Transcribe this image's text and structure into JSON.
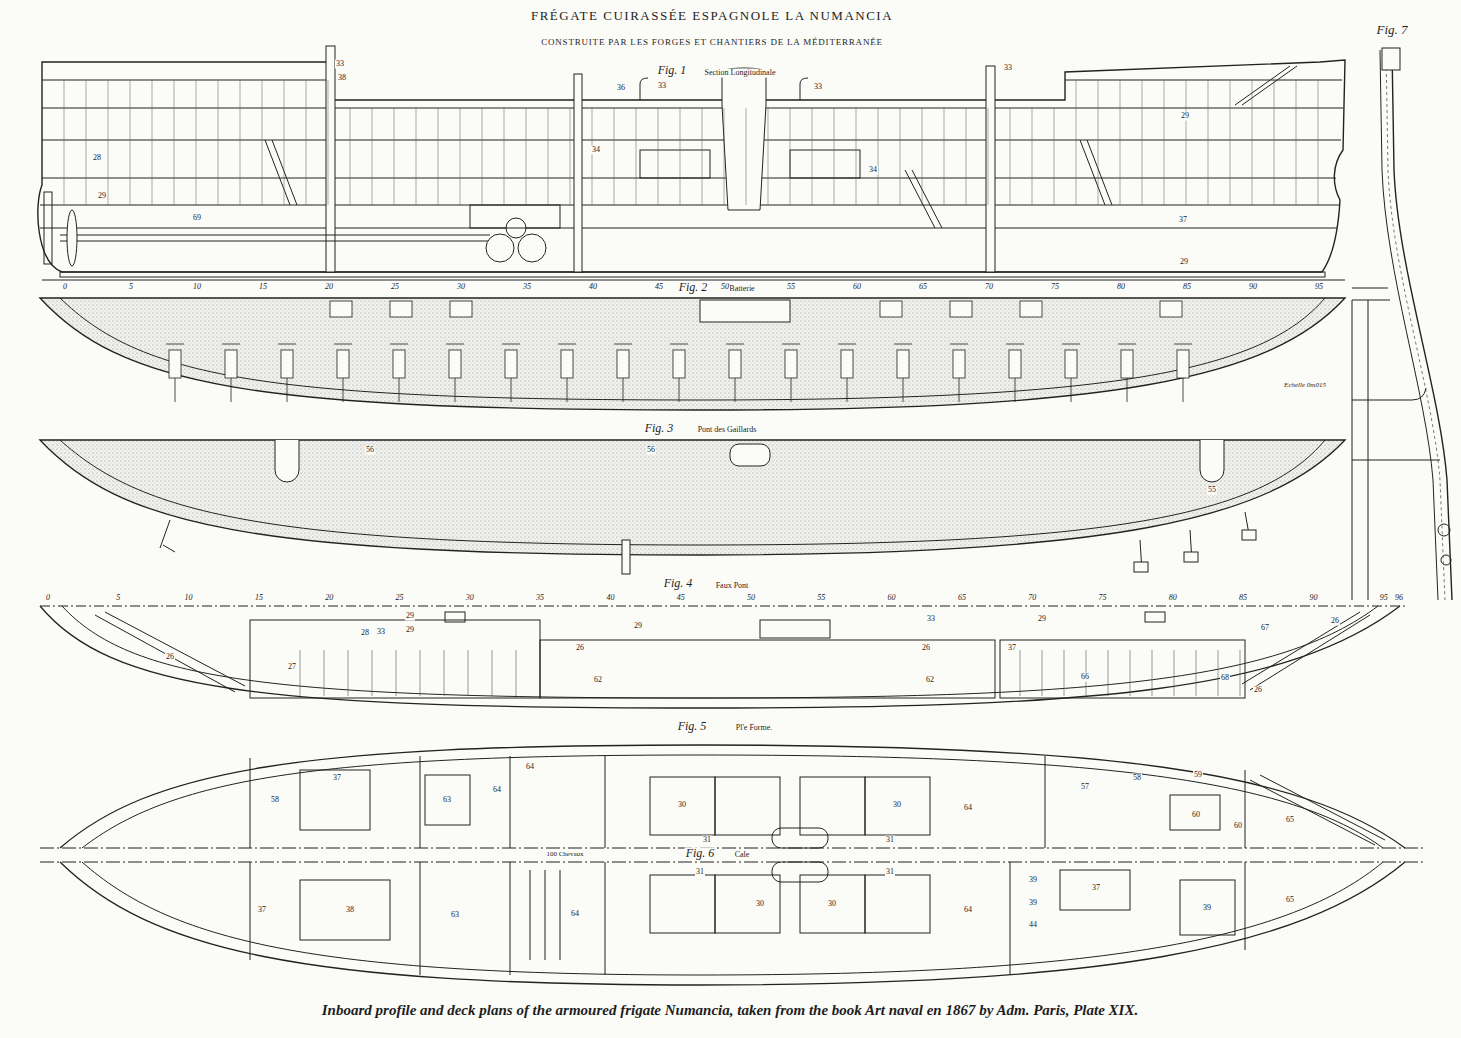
{
  "diagram": {
    "title": "FRÉGATE CUIRASSÉE ESPAGNOLE LA NUMANCIA",
    "caption": "Inboard profile and deck plans of the armoured frigate Numancia, taken from the book Art naval en 1867 by Adm. Paris, Plate XIX.",
    "labels": [
      "CONSTRUITE PAR LES FORGES ET CHANTIERS DE LA MÉDITERRANÉE",
      "Fig. 1",
      "Section Longitudinale",
      "Fig. 2",
      "Batterie",
      "Fig. 3",
      "Pont des Gaillards",
      "Fig. 4",
      "Faux Pont",
      "Fig. 5",
      "Pl'e Forme.",
      "Fig. 6",
      "Cale",
      "100 Chevaux",
      "Fig. 7",
      "Echelle 0m015",
      "0",
      "5",
      "10",
      "15",
      "20",
      "25",
      "30",
      "35",
      "40",
      "45",
      "50",
      "55",
      "60",
      "65",
      "70",
      "75",
      "80",
      "85",
      "90",
      "95",
      "0",
      "5",
      "10",
      "15",
      "20",
      "25",
      "30",
      "35",
      "40",
      "45",
      "50",
      "55",
      "60",
      "65",
      "70",
      "75",
      "80",
      "85",
      "90",
      "95",
      "96",
      "33",
      "38",
      "36",
      "33",
      "33",
      "33",
      "29",
      "28",
      "29",
      "69",
      "34",
      "34",
      "37",
      "29",
      "56",
      "56",
      "55",
      "28",
      "33",
      "29",
      "29",
      "26",
      "27",
      "26",
      "29",
      "33",
      "26",
      "29",
      "37",
      "62",
      "62",
      "66",
      "67",
      "68",
      "26",
      "26",
      "58",
      "37",
      "63",
      "64",
      "64",
      "30",
      "30",
      "31",
      "31",
      "64",
      "57",
      "58",
      "59",
      "60",
      "60",
      "65",
      "37",
      "38",
      "63",
      "64",
      "31",
      "30",
      "30",
      "31",
      "64",
      "39",
      "39",
      "44",
      "37",
      "39",
      "65"
    ]
  }
}
